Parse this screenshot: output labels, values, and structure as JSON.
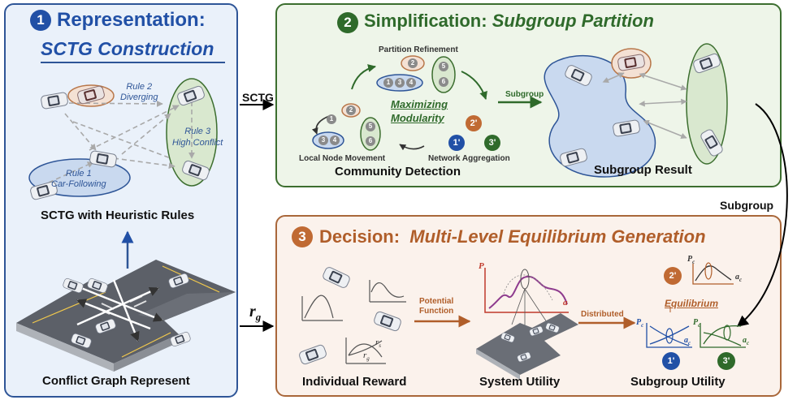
{
  "panel1": {
    "badge": "1",
    "title": "Representation:",
    "subtitle": "SCTG Construction",
    "rule1": "Rule 1\nCar-Following",
    "rule2": "Rule 2\nDiverging",
    "rule3": "Rule 3\nHigh Conflict",
    "caption_rules": "SCTG with Heuristic Rules",
    "caption_conflict": "Conflict Graph Represent"
  },
  "arrows": {
    "sctg": "SCTG",
    "rg": "r",
    "rg_sub": "g",
    "subgroup_right": "Subgroup"
  },
  "panel2": {
    "badge": "2",
    "title_prefix": "Simplification:",
    "title_emph": "Subgroup Partition",
    "partition_refinement": "Partition Refinement",
    "maximizing": "Maximizing",
    "modularity": "Modularity",
    "local_node_movement": "Local Node Movement",
    "network_aggregation": "Network Aggregation",
    "community_detection": "Community Detection",
    "subgroup_arrow": "Subgroup",
    "subgroup_result": "Subgroup Result",
    "node_labels": [
      "1",
      "2",
      "3",
      "4",
      "5",
      "6"
    ],
    "badge_1p": "1'",
    "badge_2p": "2'",
    "badge_3p": "3'"
  },
  "panel3": {
    "badge": "3",
    "title_prefix": "Decision:",
    "title_emph": "Multi-Level Equilibrium Generation",
    "potential": "Potential\nFunction",
    "distributed": "Distributed",
    "individual_reward": "Individual Reward",
    "system_utility": "System Utility",
    "subgroup_utility": "Subgroup Utility",
    "equilibrium": "Equilibrium",
    "axis_p": "P",
    "axis_pc": "P",
    "axis_pc_sub": "c",
    "axis_a": "a",
    "axis_ac": "a",
    "axis_ac_sub": "c",
    "r_g": "r",
    "r_g_sub": "g",
    "r_s": "r",
    "r_s_sub": "s",
    "badge_1p": "1'",
    "badge_2p": "2'",
    "badge_3p": "3'"
  },
  "colors": {
    "blue": "#2150a6",
    "green": "#2f6a2b",
    "brown": "#b05e2a",
    "purple": "#8e3b8e"
  }
}
